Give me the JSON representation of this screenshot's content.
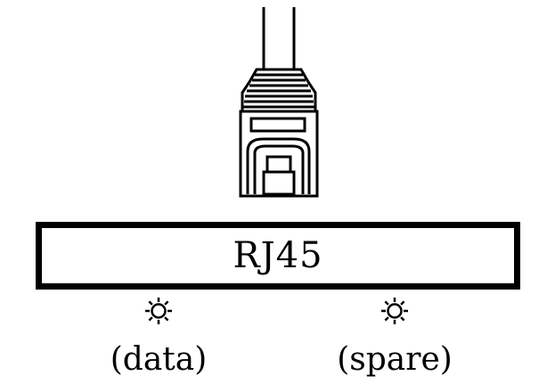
{
  "diagram": {
    "port_label": "RJ45",
    "indicators": [
      {
        "caption": "(data)",
        "icon": "sun-led-icon"
      },
      {
        "caption": "(spare)",
        "icon": "sun-led-icon"
      }
    ]
  }
}
